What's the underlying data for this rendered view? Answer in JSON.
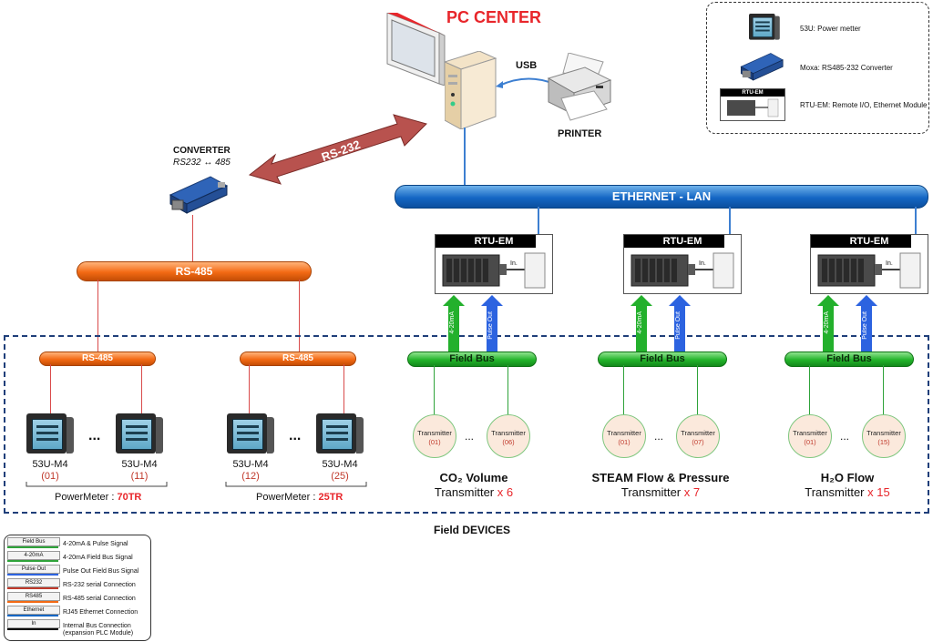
{
  "title": "PC CENTER",
  "usb_label": "USB",
  "printer_label": "PRINTER",
  "converter": {
    "title": "CONVERTER",
    "subtitle": "RS232 ↔ 485"
  },
  "rs232_label": "RS-232",
  "ethernet_label": "ETHERNET - LAN",
  "rs485_main_label": "RS-485",
  "rs485_sub_labels": [
    "RS-485",
    "RS-485"
  ],
  "rtu_label": "RTU-EM",
  "internal_label": "In.",
  "arrow_green_label": "4-20mA",
  "arrow_blue_label": "Pulse Out",
  "fieldbus_label": "Field Bus",
  "dots": "...",
  "meters": [
    {
      "name": "53U-M4",
      "id": "(01)"
    },
    {
      "name": "53U-M4",
      "id": "(11)"
    },
    {
      "name": "53U-M4",
      "id": "(12)"
    },
    {
      "name": "53U-M4",
      "id": "(25)"
    }
  ],
  "powermeter_groups": [
    {
      "prefix": "PowerMeter : ",
      "count": "70TR"
    },
    {
      "prefix": "PowerMeter : ",
      "count": "25TR"
    }
  ],
  "transmitter_word": "Transmitter",
  "transmitter_ids": [
    "(01)",
    "(06)",
    "(01)",
    "(07)",
    "(01)",
    "(15)"
  ],
  "groups": [
    {
      "title": "CO₂ Volume",
      "sub": "Transmitter",
      "count": "x 6"
    },
    {
      "title": "STEAM Flow & Pressure",
      "sub": "Transmitter",
      "count": "x 7"
    },
    {
      "title": "H₂O Flow",
      "sub": "Transmitter",
      "count": "x 15"
    }
  ],
  "field_devices_label": "Field DEVICES",
  "device_legend": [
    {
      "icon": "power-meter-icon",
      "text": "53U:  Power metter"
    },
    {
      "icon": "moxa-converter-icon",
      "text": "Moxa:  RS485-232 Converter"
    },
    {
      "icon": "rtu-module-icon",
      "tag": "RTU-EM",
      "text": "RTU-EM:  Remote I/O, Ethernet Module"
    }
  ],
  "line_legend": [
    {
      "tag": "Field Bus",
      "color": "#2fa33a",
      "text": "4-20mA & Pulse Signal"
    },
    {
      "tag": "4-20mA",
      "color": "#2fa33a",
      "text": "4-20mA Field Bus Signal"
    },
    {
      "tag": "Pulse Out",
      "color": "#2c63e0",
      "text": "Pulse Out Field Bus Signal"
    },
    {
      "tag": "RS232",
      "color": "#c0392b",
      "text": "RS-232 serial Connection"
    },
    {
      "tag": "RS485",
      "color": "#f36a14",
      "text": "RS-485 serial Connection"
    },
    {
      "tag": "Ethernet",
      "color": "#1466c4",
      "text": "RJ45 Ethernet Connection"
    },
    {
      "tag": "In",
      "color": "#000000",
      "text": "Internal Bus Connection"
    }
  ],
  "line_legend_extra": "(expansion PLC Module)",
  "colors": {
    "accent_red": "#e8262b",
    "ethernet_blue": "#1466c4",
    "rs485_orange": "#f36a14",
    "fieldbus_green": "#22b32a"
  }
}
